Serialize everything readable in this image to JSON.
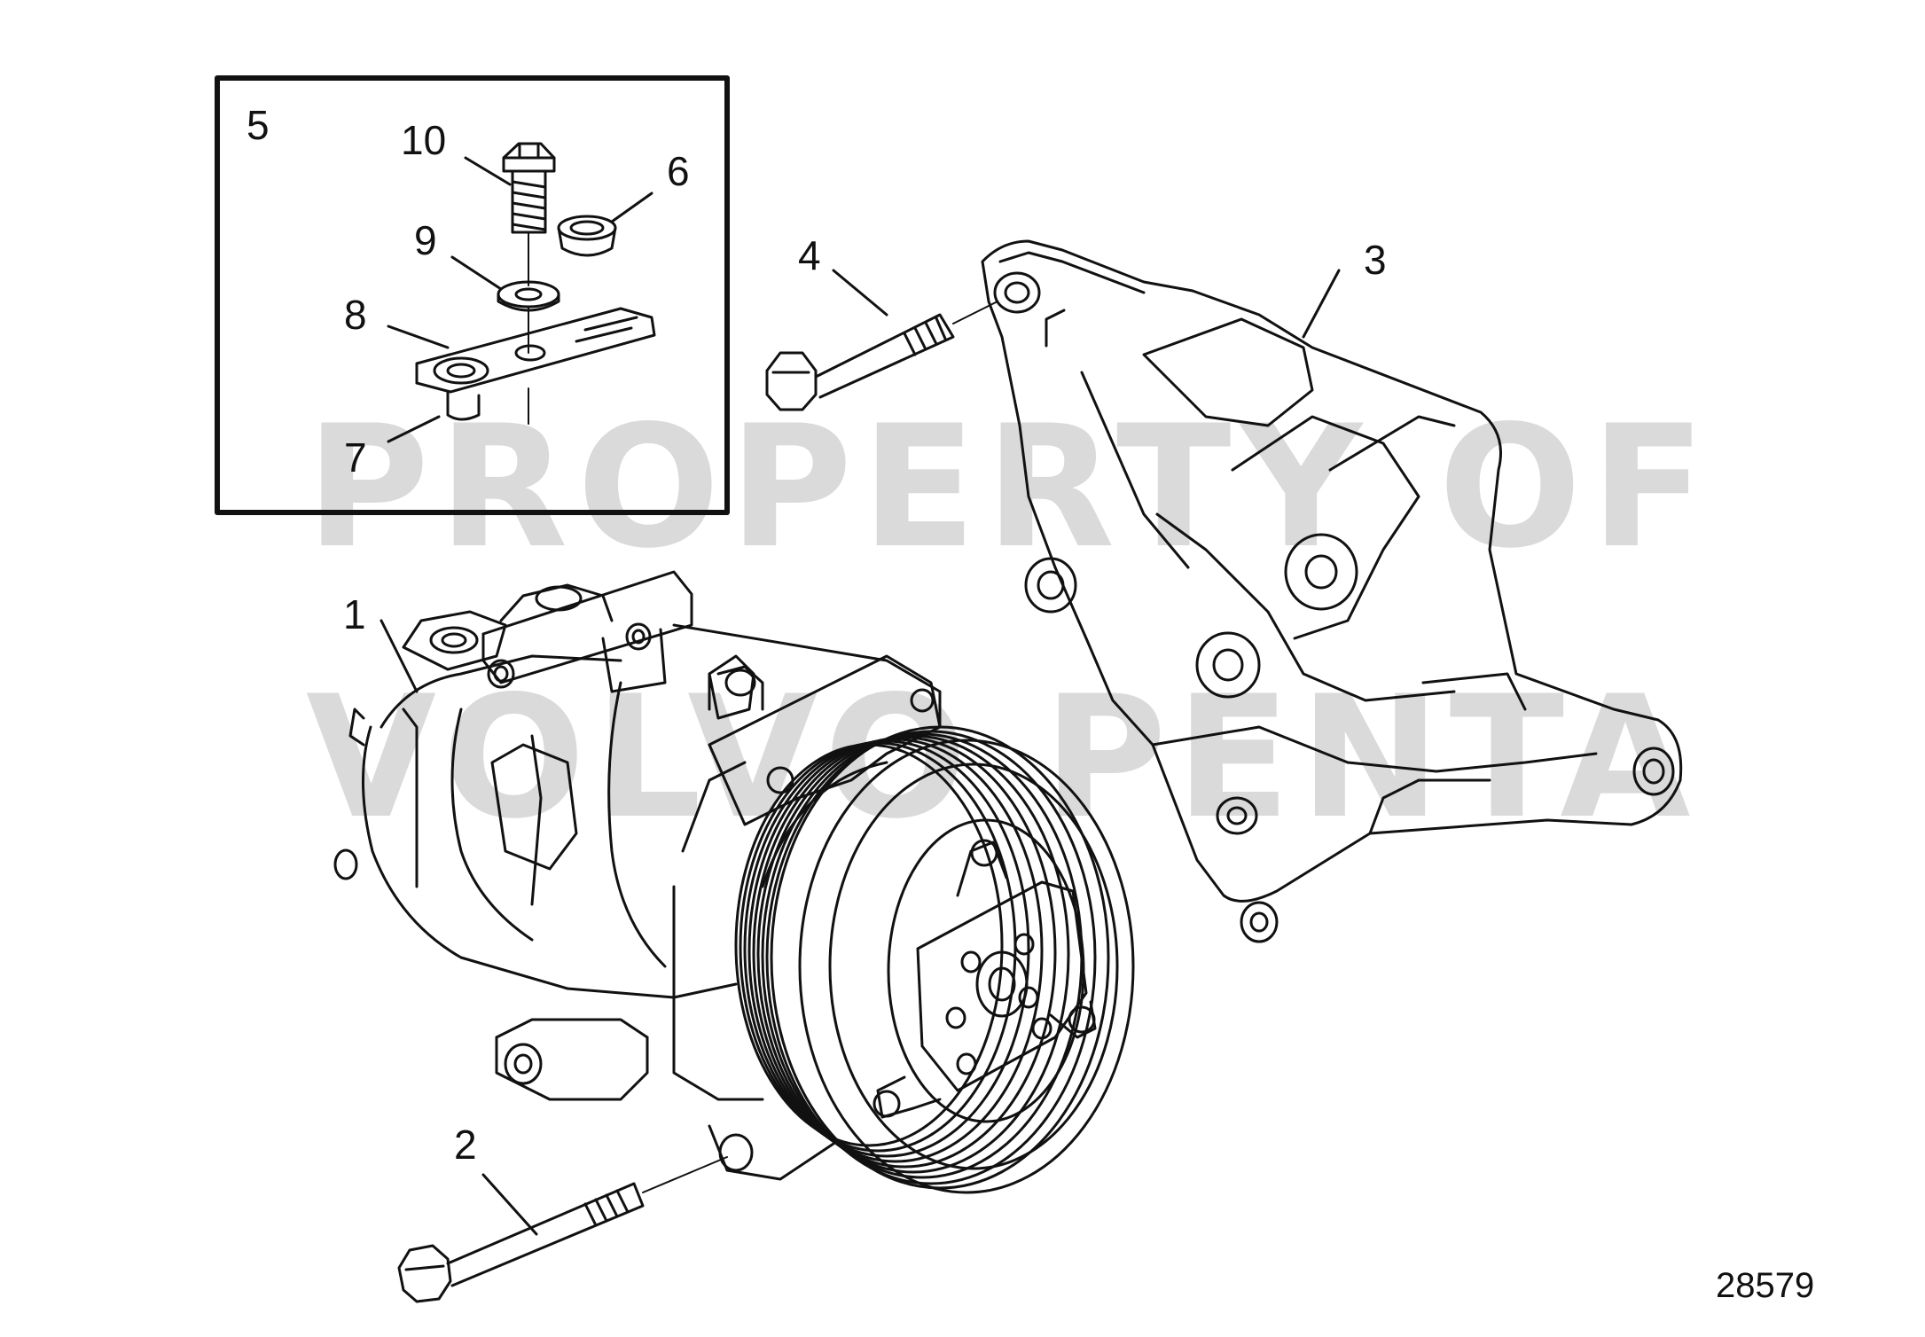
{
  "callouts": {
    "c1": "1",
    "c2": "2",
    "c3": "3",
    "c4": "4",
    "c5": "5",
    "c6": "6",
    "c7": "7",
    "c8": "8",
    "c9": "9",
    "c10": "10"
  },
  "document_number": "28579",
  "watermark": {
    "line1": "PROPERTY OF",
    "line2": "VOLVO PENTA"
  },
  "colors": {
    "line": "#111111",
    "watermark": "#bdbdbd",
    "background": "#ffffff"
  }
}
